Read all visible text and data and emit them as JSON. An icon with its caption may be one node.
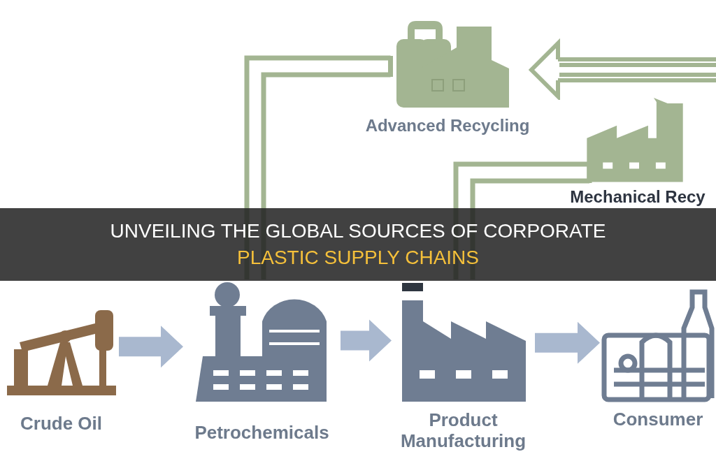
{
  "diagram": {
    "title": "UNVEILING THE GLOBAL SOURCES OF CORPORATE PLASTIC SUPPLY CHAINS",
    "nodes": [
      {
        "text": [
          "Crude Oil"
        ]
      },
      {
        "text": [
          "Petrochemicals"
        ]
      },
      {
        "text": [
          "Product Manufacturing"
        ]
      },
      {
        "text": [
          "Consumer"
        ]
      },
      {
        "text": [
          "Advanced Recycling"
        ]
      },
      {
        "text": [
          "Mechanical Recy"
        ]
      }
    ],
    "edges": [
      {
        "from": 0,
        "to": 1,
        "arrow": "to",
        "style": "thick"
      },
      {
        "from": 1,
        "to": 2,
        "arrow": "to",
        "style": "thick"
      },
      {
        "from": 2,
        "to": 3,
        "arrow": "to",
        "style": "thick"
      },
      {
        "from": 4,
        "to": 1,
        "arrow": "none",
        "color": "#a3b592"
      },
      {
        "from": 5,
        "to": 2,
        "arrow": "none",
        "color": "#a3b592"
      },
      {
        "from": null,
        "to": 4,
        "arrow": "to",
        "color": "#a3b592"
      }
    ]
  }
}
